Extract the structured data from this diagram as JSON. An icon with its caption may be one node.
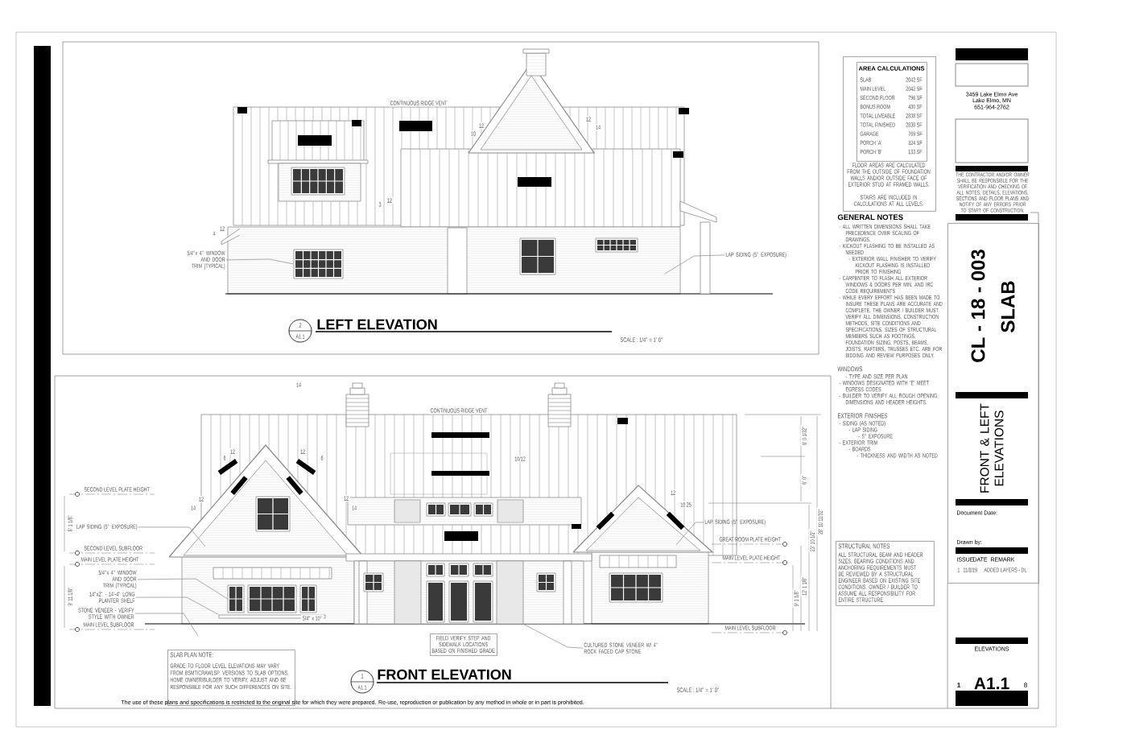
{
  "diagram": {
    "nodes": [
      {
        "text": [
          "FLOOR AREAS ARE CALCULATED FROM THE OUTSIDE OF FOUNDATION WALLS AND/OR OUTSIDE FACE OF EXTERIOR STUD AT FRAMED WALLS.",
          "STAIRS ARE INCLUDED IN CALCULATIONS AT ALL LEVELS."
        ]
      },
      {
        "text": [
          "AREA CALCULATIONS"
        ],
        "in": 0
      },
      {
        "text": [
          "STRUCTURAL NOTES",
          "ALL STRUCTURAL BEAM AND HEADER SIZES, BEARING CONDITIONS AND ANCHORING REQUIREMENTS MUST BE REVIEWED BY A STRUCTURAL ENGINEER BASED ON EXISTING SITE CONDITIONS. OWNER / BUILDER TO ASSUME ALL RESPONSIBILITY FOR ENTIRE STRUCTURE"
        ]
      },
      {
        "text": [
          "CL - 18 - 003",
          "SLAB",
          "FRONT & LEFT ELEVATIONS",
          "Document Date:",
          "Drawn by:"
        ]
      },
      {
        "text": [
          "SLAB PLAN NOTE:",
          "GRADE TO FLOOR LEVEL ELEVATIONS MAY VARY FROM BSMT/CRAWLSP. VERSIONS TO SLAB OPTIONS. HOME OWNER/BUILDER TO VERIFY, ADJUST AND BE RESPONSIBLE FOR ANY SUCH DIFFERENCES ON SITE."
        ]
      },
      {
        "text": [
          "FIELD VERIFY STEP AND SIDEWALK LOCATIONS BASED ON FINISHED GRADE"
        ]
      },
      {
        "text": [
          "2",
          "A1.1"
        ]
      },
      {
        "text": [
          "1",
          "A1.1"
        ]
      },
      {
        "text": [
          "5/4\"x 4\" WINDOW AND DOOR TRIM (TYPICAL)"
        ]
      },
      {
        "text": [
          "LAP SIDING (5\" EXPOSURE)"
        ]
      },
      {
        "text": [
          "LAP SIDING (5\" EXPOSURE)"
        ]
      },
      {
        "text": [
          "5/4\"x 4\" WINDOW AND DOOR TRIM (TYPICAL)"
        ]
      },
      {
        "text": [
          "14\"x2\" - 14'-4\" LONG PLANTER SHELF"
        ]
      },
      {
        "text": [
          "STONE VENEER - VERIFY STYLE WITH OWNER"
        ]
      },
      {
        "text": [
          "LAP SIDING (5\" EXPOSURE)"
        ]
      },
      {
        "text": [
          "CULTURED STONE VENEER W/ 4\" ROCK FACED CAP STONE"
        ]
      },
      {
        "text": [],
        "shape": "picture"
      },
      {
        "text": [],
        "shape": "picture"
      },
      {
        "text": [],
        "shape": "bar"
      },
      {
        "text": [],
        "shape": "box"
      }
    ],
    "edges": [
      {
        "from": 8,
        "to": 16,
        "arrow": "none"
      },
      {
        "from": 9,
        "to": null,
        "arrow": "none"
      },
      {
        "from": 10,
        "to": null,
        "arrow": "none"
      },
      {
        "from": 11,
        "to": 17,
        "arrow": "none"
      },
      {
        "from": 12,
        "to": 18,
        "arrow": "none"
      },
      {
        "from": 13,
        "to": null,
        "arrow": "none"
      },
      {
        "from": 14,
        "to": null,
        "arrow": "none"
      },
      {
        "from": 15,
        "to": 19,
        "arrow": "none"
      }
    ],
    "labels": [
      "SLAB",
      "2042 SF",
      "MAIN LEVEL",
      "2042 SF",
      "SECOND FLOOR",
      "796 SF",
      "BONUS ROOM",
      "430 SF",
      "TOTAL LIVEABLE",
      "2838 SF",
      "TOTAL FINISHED",
      "2838 SF",
      "GARAGE",
      "769 SF",
      "PORCH 'A'",
      "324 SF",
      "PORCH 'B'",
      "133 SF",
      "3459 Lake Elmo Ave",
      "Lake Elmo, MN",
      "651-964-2762",
      "THE CONTRACTOR AND/OR OWNER SHALL BE RESPONSIBLE FOR THE VERIFICATION AND CHECKING OF ALL NOTES, DETAILS, ELEVATIONS, SECTIONS AND FLOOR PLANS AND NOTIFY OF ANY ERRORS PRIOR TO START OF CONSTRUCTION.",
      "CONTINUOUS RIDGE VENT",
      "12",
      "10",
      "12",
      "14",
      "12",
      "3",
      "12",
      "4",
      "LEFT ELEVATION",
      "SCALE : 1/4\" = 1' 0\"",
      "GENERAL NOTES",
      "- ALL WRITTEN DIMENSIONS SHALL TAKE PRECEDENCE OVER SCALING OF DRAWINGS.",
      "- KICKOUT FLASHING TO BE INSTALLED AS NEEDED",
      "- EXTERIOR WALL FINISHER TO VERIFY KICKOUT FLASHING IS INSTALLED PRIOR TO FINISHING",
      "- CARPENTER TO FLASH ALL EXTERIOR WINDOWS & DOORS PER MIN. AND IRC CODE REQUIREMENTS",
      "- WHILE EVERY EFFORT HAS BEEN MADE TO INSURE THESE PLANS ARE ACCURATE AND COMPLETE, THE OWNER / BUILDER MUST VERIFY ALL DIMENSIONS, CONSTRUCTION METHODS, SITE CONDITIONS AND SPECIFICATIONS. SIZES OF STRUCTURAL MEMBERS SUCH AS FOOTINGS, FOUNDATION SIZING, POSTS, BEAMS, JOISTS, RAFTERS, TRUSSES ETC. ARE FOR BIDDING AND REVIEW PURPOSES ONLY.",
      "WINDOWS",
      "- TYPE AND SIZE PER PLAN",
      "- WINDOWS DESIGNATED WITH 'E' MEET EGRESS CODES",
      "- BUILDER TO VERIFY ALL ROUGH OPENING DIMENSIONS AND HEADER HEIGHTS.",
      "EXTERIOR FINISHES",
      "- SIDING (AS NOTED)",
      "- LAP SIDING",
      "- 5\" EXPOSURE",
      "- EXTERIOR TRIM",
      "- BOARDS",
      "- THICKNESS AND WIDTH AS NOTED",
      "14",
      "CONTINUOUS RIDGE VENT",
      "12",
      "6",
      "12",
      "6",
      "10/12",
      "SECOND LEVEL PLATE HEIGHT",
      "8' 1 1/8\"",
      "12",
      "14",
      "12",
      "14",
      "12",
      "10.25",
      "6' 0 1/32\"",
      "6' 0\"",
      "28' 10 11/32\"",
      "23' 10 1/2\"",
      "GREAT ROOM PLATE HEIGHT",
      "SECOND LEVEL SUBFLOOR",
      "MAIN LEVEL PLATE HEIGHT",
      "MAIN LEVEL PLATE HEIGHT",
      "9' 11 1/8\"",
      "12' 1 1/8\"",
      "9' 1 1/8\"",
      "5/4\" x 10\"",
      "MAIN LEVEL SUBFLOOR",
      "MAIN LEVEL SUBFLOOR",
      "FRONT ELEVATION",
      "SCALE : 1/4\" = 1' 0\"",
      "The use of these plans and specifications is restricted to the original site for which they were prepared. Re-use, reproduction or publication by any method in whole or in part is prohibited.",
      "ISSUE",
      "DATE",
      "REMARK",
      "1",
      "11/8/19",
      "ADDED LAYERS - DL",
      "ELEVATIONS",
      "1",
      "A1.1",
      "8"
    ]
  }
}
